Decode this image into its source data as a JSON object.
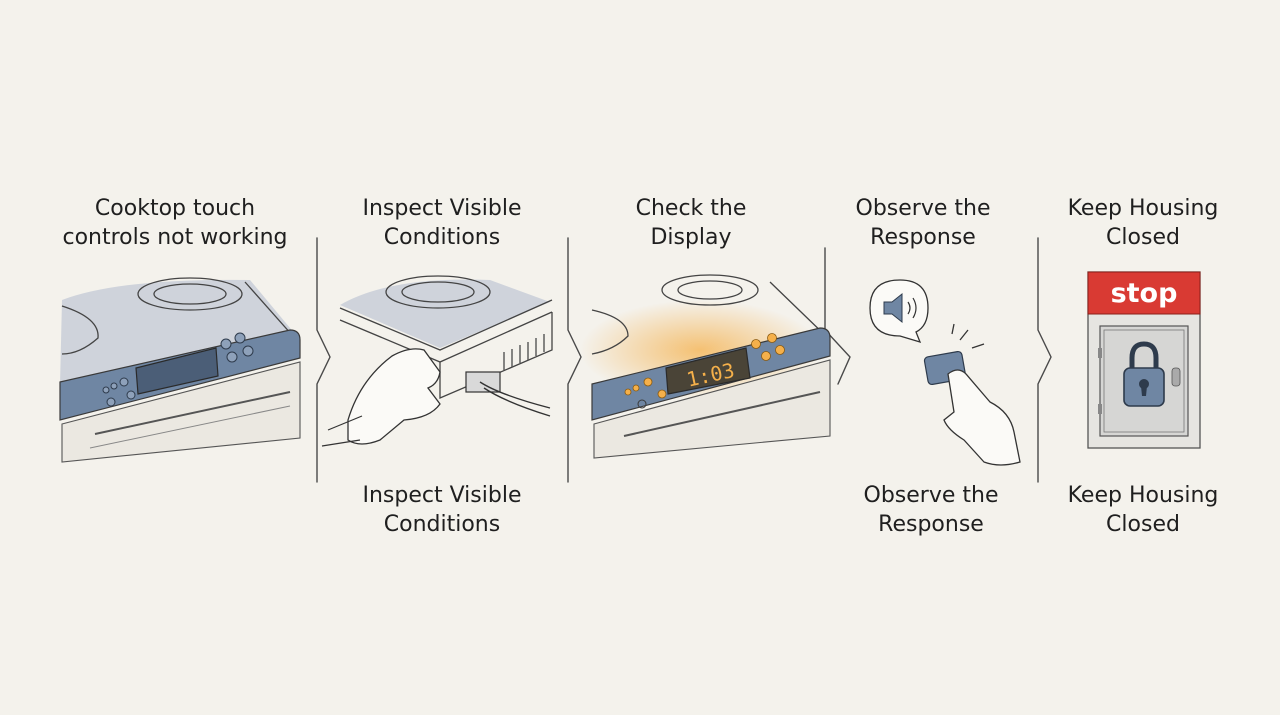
{
  "steps": [
    {
      "title": "Cooktop touch\ncontrols not working",
      "caption": "",
      "icon": "cooktop-control-panel"
    },
    {
      "title": "Inspect Visible\nConditions",
      "caption": "Inspect Visible\nConditions",
      "icon": "hand-on-cooktop-power-plug"
    },
    {
      "title": "Check the\nDisplay",
      "caption": "",
      "icon": "glowing-display",
      "display_text": "1:03"
    },
    {
      "title": "Observe the\nResponse",
      "caption": "Observe the\nResponse",
      "icon": "finger-pressing-button-speaker"
    },
    {
      "title": "Keep Housing\nClosed",
      "caption": "Keep Housing\nClosed",
      "icon": "locked-housing",
      "sign_text": "stop"
    }
  ],
  "colors": {
    "background": "#f4f2ec",
    "panel_blue": "#6f86a3",
    "glow": "#f5b04a",
    "stop_red": "#d93a33",
    "ink": "#3a3a3a"
  }
}
